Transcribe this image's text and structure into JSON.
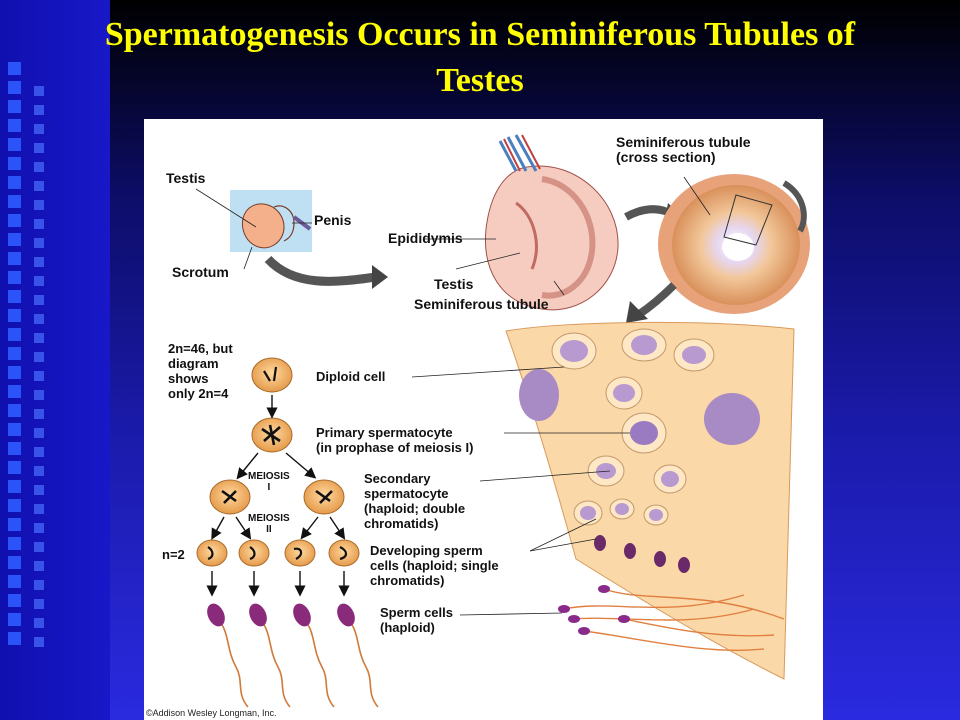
{
  "slide": {
    "title": "Spermatogenesis Occurs in Seminiferous Tubules of Testes",
    "colors": {
      "title": "#ffff00",
      "background": "#1a1aa8",
      "accent_squares": "#2f5cff"
    }
  },
  "figure": {
    "labels": {
      "testis_top": "Testis",
      "penis": "Penis",
      "scrotum": "Scrotum",
      "seminiferous_tubule_cross": "Seminiferous tubule\n(cross section)",
      "epididymis": "Epididymis",
      "testis_mid": "Testis",
      "seminiferous_tubule": "Seminiferous tubule",
      "chromosome_note": "2n=46, but\ndiagram\nshows\nonly 2n=4",
      "diploid_cell": "Diploid cell",
      "primary_spermatocyte": "Primary spermatocyte\n(in prophase of meiosis I)",
      "meiosis_1": "MEIOSIS\nI",
      "meiosis_2": "MEIOSIS\nII",
      "secondary_spermatocyte": "Secondary\nspermatocyte\n(haploid; double\nchromatids)",
      "n_equals": "n=2",
      "developing_sperm": "Developing sperm\ncells (haploid; single\nchromatids)",
      "sperm_cells": "Sperm cells\n(haploid)",
      "credit": "©Addison Wesley Longman, Inc."
    }
  }
}
